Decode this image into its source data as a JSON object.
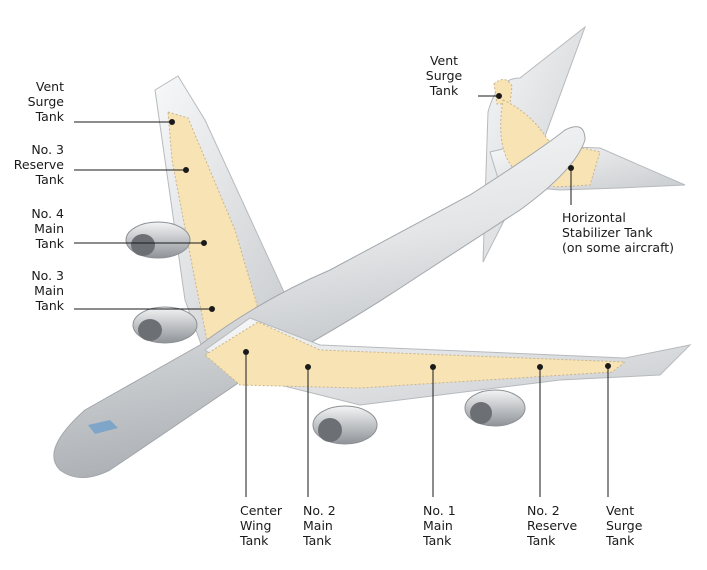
{
  "labels": {
    "left_vent_surge": "Vent\nSurge\nTank",
    "left_no3_reserve": "No. 3\nReserve\nTank",
    "left_no4_main": "No. 4\nMain\nTank",
    "left_no3_main": "No. 3\nMain\nTank",
    "top_vent_surge": "Vent\nSurge\nTank",
    "horizontal_stabilizer": "Horizontal\nStabilizer Tank\n(on some aircraft)",
    "bottom_center_wing": "Center\nWing\nTank",
    "bottom_no2_main": "No. 2\nMain\nTank",
    "bottom_no1_main": "No. 1\nMain\nTank",
    "bottom_no2_reserve": "No. 2\nReserve\nTank",
    "bottom_vent_surge": "Vent\nSurge\nTank"
  },
  "colors": {
    "fuel_tank": "#f8e3b4",
    "tank_outline": "#c9b58a",
    "fuselage_light": "#f4f5f6",
    "fuselage_dark": "#9ea2a6",
    "window": "#7fa6c9",
    "leader_line": "#1a1a1a"
  }
}
